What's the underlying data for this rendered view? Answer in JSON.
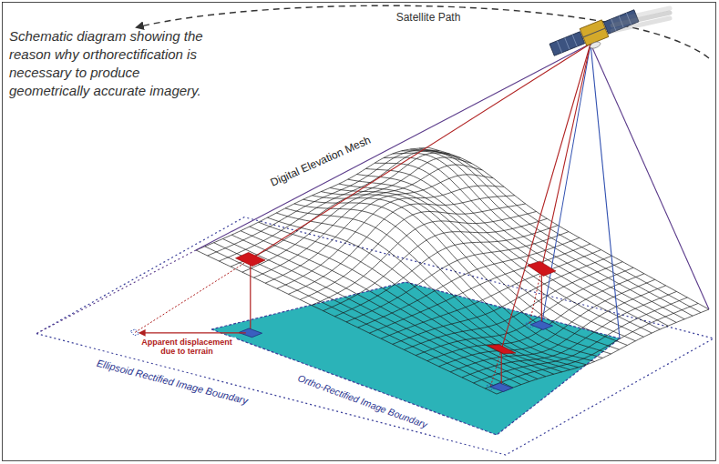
{
  "diagram": {
    "caption": "Schematic diagram showing the reason why orthorectification is necessary to produce geometrically accurate imagery.",
    "labels": [
      "Satellite Path",
      "Digital Elevation Mesh",
      "Apparent displacement due to terrain",
      "Ellipsoid Rectified Image Boundary",
      "Ortho-Rectified Image Boundary"
    ]
  }
}
